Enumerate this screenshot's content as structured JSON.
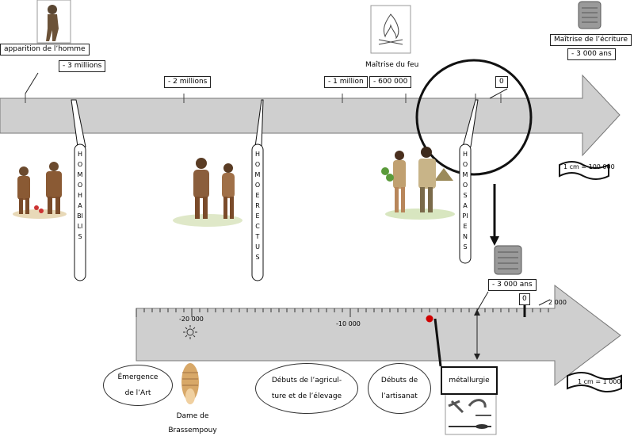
{
  "top": {
    "apparition": "apparition de l’homme",
    "minus3m": "- 3 millions",
    "minus2m": "- 2 millions",
    "minus1m": "- 1 million",
    "minus600k": "- 600 000",
    "feu": "Maîtrise du feu",
    "zero": "0",
    "ecriture": "Maîtrise de l’écriture",
    "minus3000": "- 3 000 ans",
    "scale": "1 cm = 100 000"
  },
  "species": {
    "habilis": "HOMO HABILIS",
    "erectus": "HOMO ERECTUS",
    "sapiens": "HOMO SAPIENS"
  },
  "bottom": {
    "minus3000": "- 3 000 ans",
    "zero": "0",
    "plus2000": "2 000",
    "minus20000": "-20 000",
    "minus10000": "-10 000",
    "scale": "1 cm = 1 000",
    "art_line1": "Émergence",
    "art_line2": "de l’Art",
    "dame_line1": "Dame de",
    "dame_line2": "Brassempouy",
    "agri_line1": "Débuts de l’agricul-",
    "agri_line2": "ture et de l’élevage",
    "artisanat_line1": "Débuts de",
    "artisanat_line2": "l’artisanat",
    "metallurgie": "métallurgie"
  }
}
